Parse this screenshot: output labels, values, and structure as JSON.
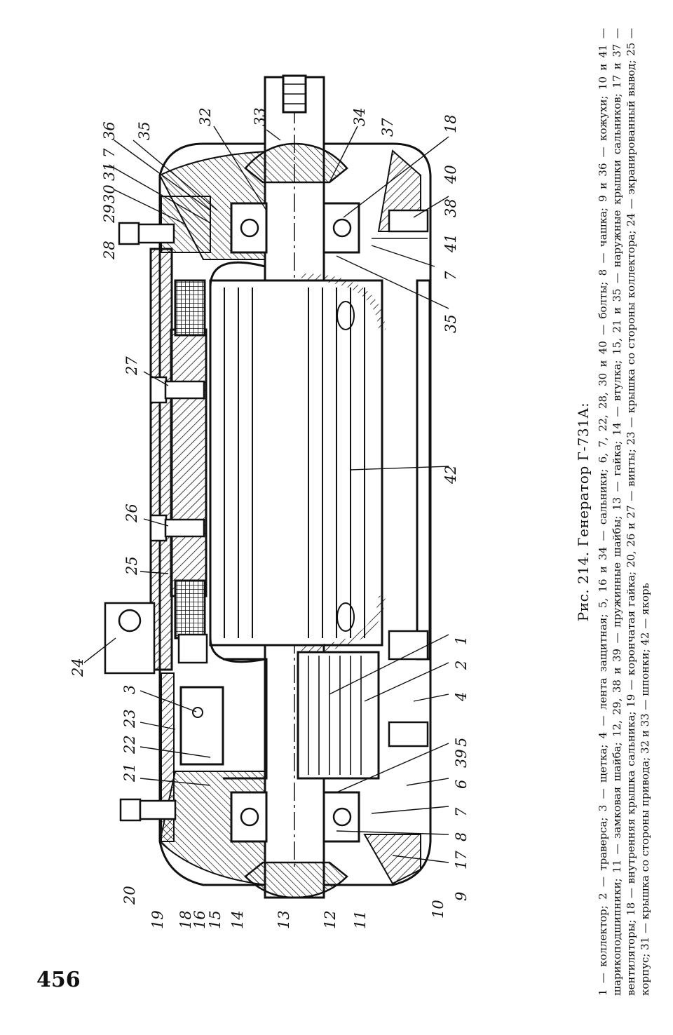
{
  "page": {
    "number": "456"
  },
  "figure": {
    "title": "Рис. 214. Генератор Г-731А:",
    "legend": "1 — коллектор; 2 — траверса; 3 — щетка; 4 — лента защитная; 5, 16 и 34 — сальники; 6, 7, 22, 28, 30 и 40 — болты; 8 — чашка; 9 и 36 — кожухи; 10 и 41 — шарикоподшипники; 11 — замковая шайба; 12, 29, 38 и 39 — пружинные шайбы; 13 — гайка; 14 — втулка; 15, 21 и 35 — наружные крышки сальников; 17 и 37 — вентиляторы; 18 — внутренняя крышка сальника; 19 — корончатая гайка; 20, 26 и 27 — винты; 23 — крышка со стороны коллектора; 24 — экранированный вывод; 25 — корпус; 31 — крышка со стороны привода; 32 и 33 — шпонки; 42 — якорь",
    "callouts": [
      "1",
      "2",
      "3",
      "4",
      "5",
      "39",
      "6",
      "7",
      "8",
      "17",
      "9",
      "10",
      "11",
      "12",
      "13",
      "14",
      "15",
      "16",
      "18",
      "19",
      "20",
      "21",
      "22",
      "23",
      "24",
      "25",
      "26",
      "27",
      "28",
      "29",
      "30",
      "31",
      "7",
      "36",
      "35",
      "32",
      "33",
      "34",
      "37",
      "18",
      "40",
      "38",
      "41",
      "7",
      "35",
      "42"
    ]
  }
}
